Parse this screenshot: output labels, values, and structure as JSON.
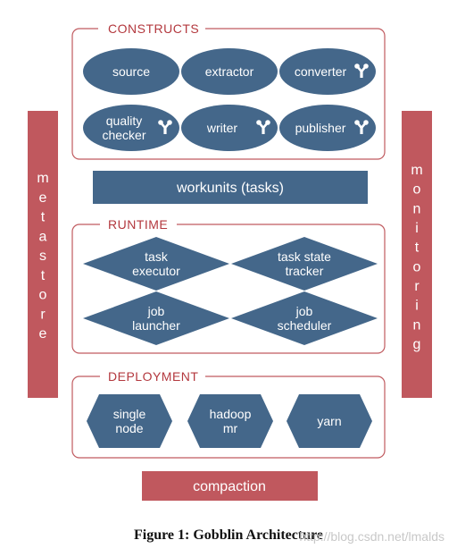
{
  "sections": {
    "constructs": {
      "title": "CONSTRUCTS",
      "items": [
        {
          "label": "source",
          "icon": ""
        },
        {
          "label": "extractor",
          "icon": ""
        },
        {
          "label": "converter",
          "icon": "fork-icon"
        },
        {
          "label": "quality\nchecker",
          "icon": "fork-icon"
        },
        {
          "label": "writer",
          "icon": "fork-icon"
        },
        {
          "label": "publisher",
          "icon": "fork-icon"
        }
      ]
    },
    "workunits": {
      "label": "workunits (tasks)"
    },
    "runtime": {
      "title": "RUNTIME",
      "items": [
        {
          "label": "task\nexecutor"
        },
        {
          "label": "task state\ntracker"
        },
        {
          "label": "job\nlauncher"
        },
        {
          "label": "job\nscheduler"
        }
      ]
    },
    "deployment": {
      "title": "DEPLOYMENT",
      "items": [
        {
          "label": "single\nnode"
        },
        {
          "label": "hadoop\nmr"
        },
        {
          "label": "yarn"
        }
      ]
    },
    "compaction": {
      "label": "compaction"
    }
  },
  "side": {
    "left": "metastore",
    "right": "monitoring"
  },
  "caption": "Figure 1:  Gobblin Architecture",
  "watermark": "http://blog.csdn.net/lmalds",
  "colors": {
    "shape_fill": "#44678a",
    "shape_text": "#ffffff",
    "side_fill": "#c0585e",
    "section_border": "#c05a5f",
    "section_title": "#b3383e",
    "compaction_fill": "#c0585e"
  }
}
